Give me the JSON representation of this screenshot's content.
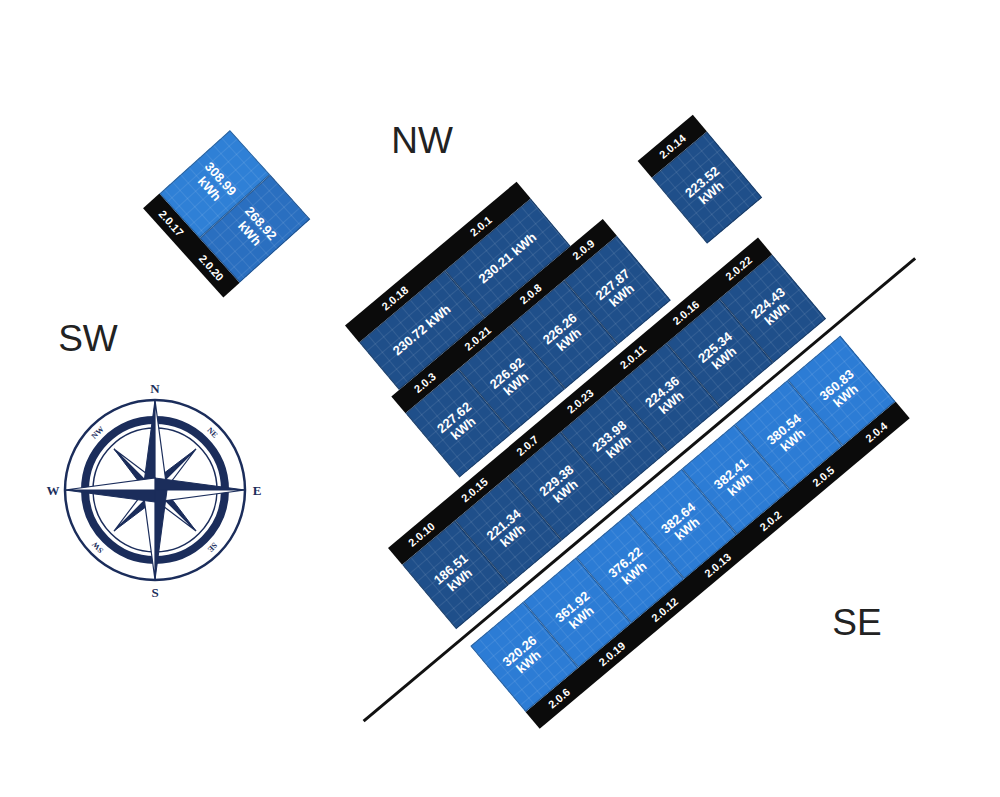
{
  "diagram": {
    "nodes": [
      {
        "text": [
          "308.99 kWh"
        ]
      },
      {
        "text": [
          "268.92 kWh"
        ]
      },
      {
        "text": [
          "230.72 kWh"
        ]
      },
      {
        "text": [
          "230.21 kWh"
        ]
      },
      {
        "text": [
          "223.52 kWh"
        ]
      },
      {
        "text": [
          "227.62 kWh"
        ]
      },
      {
        "text": [
          "226.92 kWh"
        ]
      },
      {
        "text": [
          "226.26 kWh"
        ]
      },
      {
        "text": [
          "227.87 kWh"
        ]
      },
      {
        "text": [
          "186.51 kWh"
        ]
      },
      {
        "text": [
          "221.34 kWh"
        ]
      },
      {
        "text": [
          "229.38 kWh"
        ]
      },
      {
        "text": [
          "233.98 kWh"
        ]
      },
      {
        "text": [
          "224.36 kWh"
        ]
      },
      {
        "text": [
          "225.34 kWh"
        ]
      },
      {
        "text": [
          "224.43 kWh"
        ]
      },
      {
        "text": [
          "320.26 kWh"
        ]
      },
      {
        "text": [
          "361.92 kWh"
        ]
      },
      {
        "text": [
          "376.22 kWh"
        ]
      },
      {
        "text": [
          "382.64 kWh"
        ]
      },
      {
        "text": [
          "382.41 kWh"
        ]
      },
      {
        "text": [
          "380.54 kWh"
        ]
      },
      {
        "text": [
          "360.83 kWh"
        ]
      }
    ],
    "labels": [
      "NW",
      "SW",
      "SE",
      "N",
      "NE",
      "E",
      "SE",
      "S",
      "SW",
      "W",
      "NW",
      "2.0.17",
      "2.0.20",
      "2.0.18",
      "2.0.1",
      "2.0.14",
      "2.0.3",
      "2.0.21",
      "2.0.8",
      "2.0.9",
      "2.0.10",
      "2.0.15",
      "2.0.7",
      "2.0.23",
      "2.0.11",
      "2.0.16",
      "2.0.22",
      "2.0.6",
      "2.0.19",
      "2.0.12",
      "2.0.13",
      "2.0.2",
      "2.0.5",
      "2.0.4"
    ]
  }
}
